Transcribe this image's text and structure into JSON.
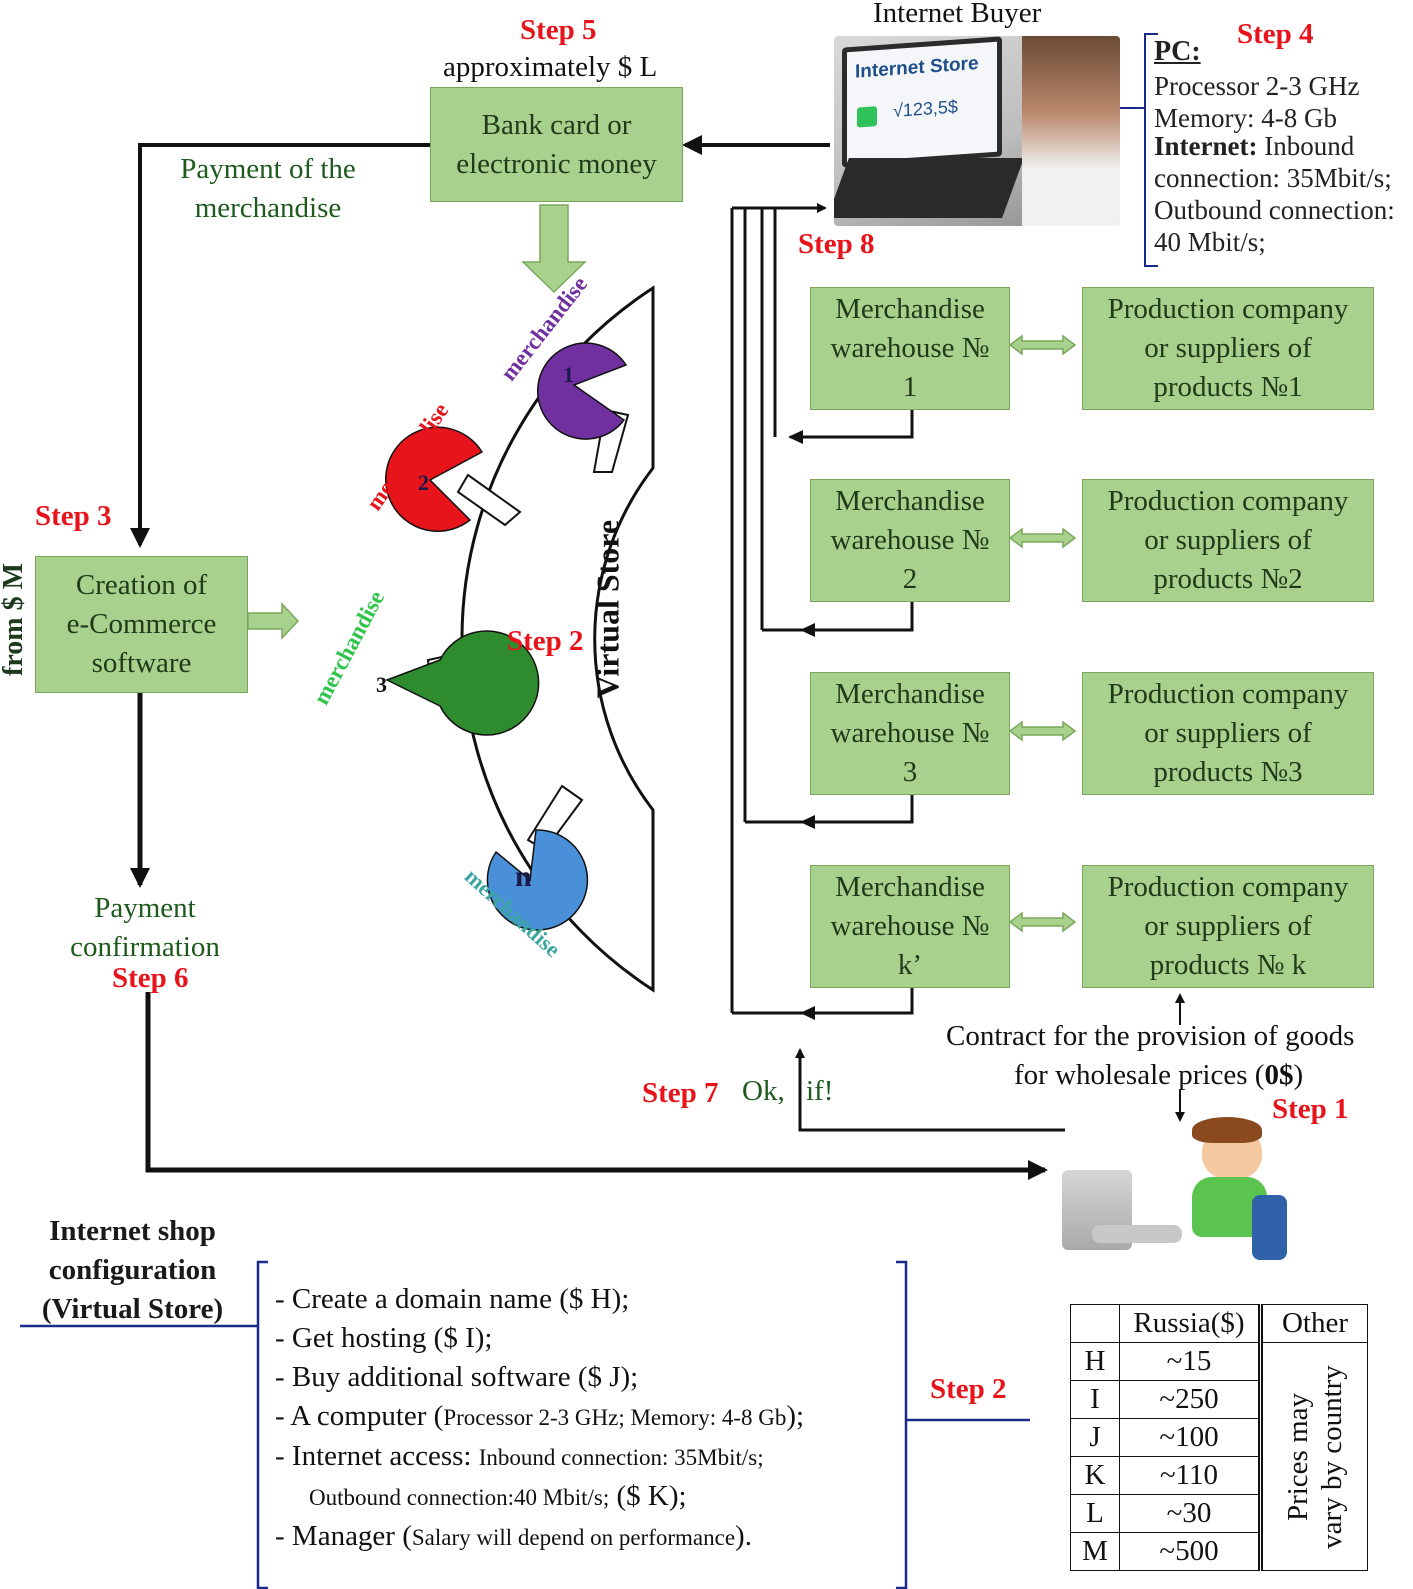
{
  "steps": {
    "step1": "Step 1",
    "step2a": "Step 2",
    "step2b": "Step 2",
    "step3": "Step 3",
    "step4": "Step 4",
    "step5": "Step 5",
    "step6": "Step 6",
    "step7": "Step 7",
    "step8": "Step 8"
  },
  "step5_note": "approximately $ L",
  "payment_box": [
    "Bank card or",
    "electronic money"
  ],
  "payment_of_merchandise": [
    "Payment of the",
    "merchandise"
  ],
  "buyer": {
    "title": "Internet Buyer",
    "screen_title": "Internet Store",
    "screen_price": "√123,5$"
  },
  "pc_specs": {
    "pc_label": "PC:",
    "lines": [
      "Processor 2-3 GHz",
      "Memory: 4-8 Gb"
    ],
    "internet_label": "Internet:",
    "internet_lines": [
      "Inbound",
      "connection: 35Mbit/s;",
      "Outbound connection:",
      "40 Mbit/s;"
    ]
  },
  "creation_box": [
    "Creation of",
    "e-Commerce",
    "software"
  ],
  "from_m": "from $ M",
  "virtual_store": {
    "label": "Virtual Store",
    "items": [
      {
        "number": "1",
        "label": "merchandise",
        "color": "#7030a0"
      },
      {
        "number": "2",
        "label": "merchandise",
        "color": "#e8141c"
      },
      {
        "number": "3",
        "label": "merchandise",
        "color": "#2e8b2e"
      },
      {
        "number": "n",
        "label": "merchandise",
        "color": "#4a90d9"
      }
    ]
  },
  "warehouses": [
    {
      "lines": [
        "Merchandise",
        "warehouse №",
        "1"
      ],
      "supplier": [
        "Production company",
        "or suppliers of",
        "products №1"
      ]
    },
    {
      "lines": [
        "Merchandise",
        "warehouse №",
        "2"
      ],
      "supplier": [
        "Production company",
        "or suppliers of",
        "products №2"
      ]
    },
    {
      "lines": [
        "Merchandise",
        "warehouse №",
        "3"
      ],
      "supplier": [
        "Production company",
        "or suppliers of",
        "products №3"
      ]
    },
    {
      "lines": [
        "Merchandise",
        "warehouse №",
        "k’"
      ],
      "supplier": [
        "Production company",
        "or suppliers of",
        "products № k"
      ]
    }
  ],
  "payment_confirmation": [
    "Payment",
    "confirmation"
  ],
  "step7_note": "Ok,",
  "step7_if": "if!",
  "contract": {
    "line1": "Contract for the provision of goods",
    "line2_prefix": "for wholesale prices (",
    "line2_bold": "0$",
    "line2_suffix": ")"
  },
  "config": {
    "title": [
      "Internet shop",
      "configuration",
      "(Virtual Store)"
    ],
    "items": [
      {
        "main": "- Create a domain name ($ H);",
        "small": ""
      },
      {
        "main": "- Get hosting ($ I);",
        "small": ""
      },
      {
        "main": "- Buy additional software ($ J);",
        "small": ""
      },
      {
        "main": "- A computer (",
        "small": "Processor 2-3 GHz; Memory: 4-8 Gb",
        "end": ");"
      },
      {
        "main": "- Internet access: ",
        "small": "Inbound connection: 35Mbit/s;",
        "end": ""
      },
      {
        "main": "",
        "small": "Outbound connection:40 Mbit/s;",
        "end": " ($ K);"
      },
      {
        "main": "- Manager (",
        "small": "Salary will depend on performance",
        "end": ")."
      }
    ]
  },
  "prices_table": {
    "headers": [
      "",
      "Russia($)",
      "Other"
    ],
    "rows": [
      [
        "H",
        "~15"
      ],
      [
        "I",
        "~250"
      ],
      [
        "J",
        "~100"
      ],
      [
        "K",
        "~110"
      ],
      [
        "L",
        "~30"
      ],
      [
        "M",
        "~500"
      ]
    ],
    "other_note": [
      "Prices may",
      "vary by country"
    ]
  }
}
